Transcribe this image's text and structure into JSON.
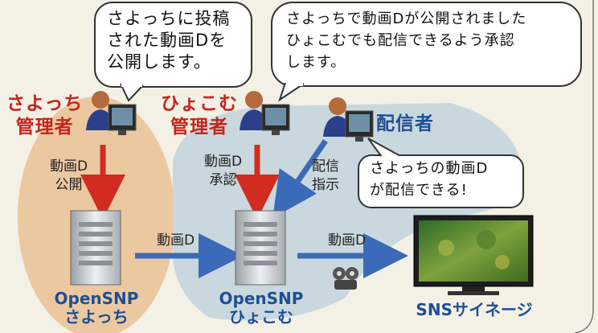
{
  "bubbles": {
    "sayocchi_admin": "さよっちに投稿\nされた動画Dを\n公開します。",
    "hyokomu_admin": "さよっちで動画Dが公開されました\nひょこむでも配信できるよう承認\nします。",
    "distributor": "さよっちの動画D\nが配信できる!"
  },
  "roles": {
    "sayocchi_admin": "さよっち\n管理者",
    "hyokomu_admin": "ひょこむ\n管理者",
    "distributor": "配信者"
  },
  "arrows": {
    "publish": "動画D\n公開",
    "approve": "動画D\n承認",
    "instruct": "配信\n指示",
    "transfer_1": "動画D",
    "transfer_2": "動画D"
  },
  "servers": {
    "sayocchi": "OpenSNP\nさよっち",
    "hyokomu": "OpenSNP\nひょこむ"
  },
  "signage": {
    "label": "SNSサイネージ"
  },
  "colors": {
    "red_accent": "#c8231b",
    "blue_accent": "#1f4f93",
    "orange_zone": "#ecc8a0",
    "blue_zone": "#c9d8de",
    "arrow_red": "#d22b1f",
    "arrow_blue": "#3b6ab8"
  },
  "icons": [
    "person-at-computer-icon",
    "server-icon",
    "tv-monitor-icon",
    "film-reel-icon"
  ]
}
